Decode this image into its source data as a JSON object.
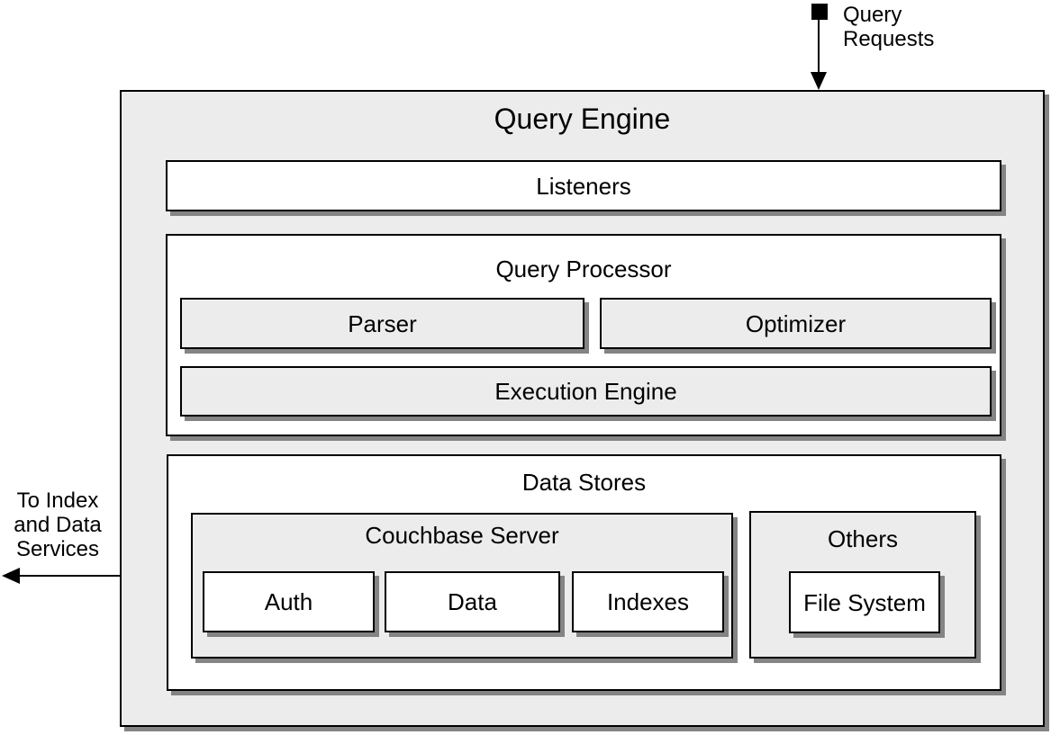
{
  "diagram": {
    "title": "Query Engine",
    "annotations": {
      "query_requests": "Query Requests",
      "to_index_and_data_services": "To Index and Data Services"
    },
    "listeners": {
      "label": "Listeners"
    },
    "query_processor": {
      "title": "Query Processor",
      "parser": "Parser",
      "optimizer": "Optimizer",
      "execution_engine": "Execution Engine"
    },
    "data_stores": {
      "title": "Data Stores",
      "couchbase": {
        "title": "Couchbase Server",
        "auth": "Auth",
        "data": "Data",
        "indexes": "Indexes"
      },
      "others": {
        "title": "Others",
        "file_system": "File System"
      }
    },
    "colors": {
      "outer_fill": "#ececec",
      "inner_fill": "#ffffff",
      "border": "#000000",
      "shadow": "#848484",
      "text": "#000000"
    }
  }
}
